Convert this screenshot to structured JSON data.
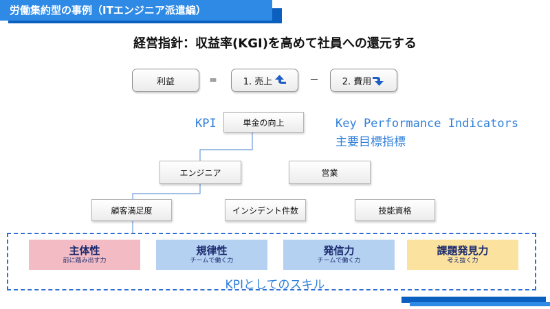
{
  "header": {
    "title": "労働集約型の事例（ITエンジニア派遣編）"
  },
  "goal": "経営指針：収益率(KGI)を高めて社員への還元する",
  "formula": {
    "profit": "利益",
    "equals": "=",
    "sales": "1. 売上",
    "minus": "－",
    "cost": "2. 費用",
    "sales_arrow": "up-arrow-icon",
    "cost_arrow": "down-arrow-icon"
  },
  "tree": {
    "kpi_mark": "KPI",
    "kpi_english": "Key Performance Indicators",
    "kpi_japanese": "主要目標指標",
    "root": "単金の向上",
    "engineer": "エンジニア",
    "sales_dept": "営業",
    "satisfaction": "顧客満足度",
    "incidents": "インシデント件数",
    "qualifications": "技能資格"
  },
  "skills": {
    "items": [
      {
        "title": "主体性",
        "sub": "前に踏み出す力",
        "color": "#f3bcc4"
      },
      {
        "title": "規律性",
        "sub": "チームで働く力",
        "color": "#b5d1f1"
      },
      {
        "title": "発信力",
        "sub": "チームで働く力",
        "color": "#b5d1f1"
      },
      {
        "title": "課題発見力",
        "sub": "考え抜く力",
        "color": "#fbe29e"
      }
    ],
    "caption": "KPIとしてのスキル"
  },
  "colors": {
    "accent": "#2f8ae6",
    "dark_accent": "#0b5fbf",
    "kpi_text": "#2f7fd9",
    "frame": "#2e6dd1"
  }
}
